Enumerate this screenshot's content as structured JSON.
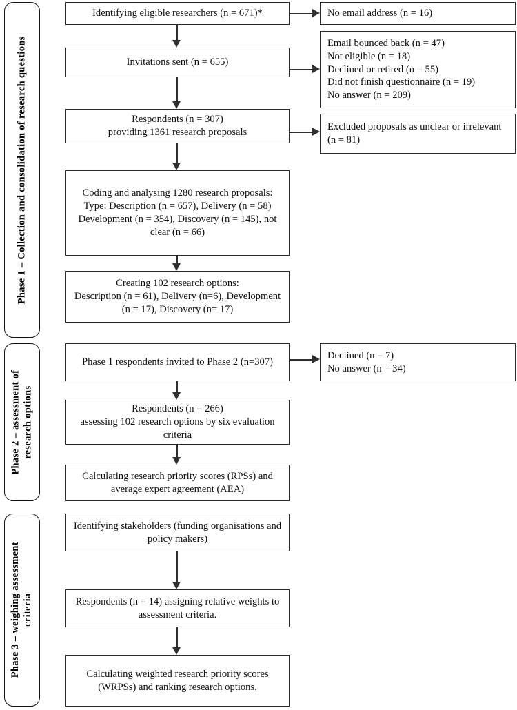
{
  "diagram": {
    "type": "flowchart",
    "title": "Three-phase research prioritisation flow diagram",
    "phases": [
      {
        "id": "phase-1",
        "label": "Phase 1 – Collection and consolidation of research questions"
      },
      {
        "id": "phase-2",
        "label": "Phase 2 – assessment of\nresearch options"
      },
      {
        "id": "phase-3",
        "label": "Phase 3 – weighing assessment\ncriteria"
      }
    ],
    "main_boxes": [
      {
        "id": "identifying-eligible-researchers",
        "text": "Identifying eligible researchers (n = 671)*"
      },
      {
        "id": "invitations-sent",
        "text": "Invitations sent (n = 655)"
      },
      {
        "id": "respondents-307",
        "text": "Respondents (n = 307)\nproviding 1361 research proposals"
      },
      {
        "id": "coding-analysing",
        "text": "Coding and analysing 1280 research proposals:\nType: Description (n = 657), Delivery (n = 58) Development (n = 354), Discovery (n = 145), not clear (n = 66)"
      },
      {
        "id": "creating-options",
        "text": "Creating 102 research options:\nDescription (n = 61), Delivery (n=6), Development (n = 17), Discovery (n= 17)"
      },
      {
        "id": "invited-phase2",
        "text": "Phase 1 respondents invited to Phase 2 (n=307)"
      },
      {
        "id": "respondents-266",
        "text": "Respondents (n = 266)\nassessing 102 research options by six evaluation criteria"
      },
      {
        "id": "calculating-rps",
        "text": "Calculating research priority scores (RPSs) and average expert agreement (AEA)"
      },
      {
        "id": "identifying-stakeholders",
        "text": "Identifying stakeholders (funding organisations and policy makers)"
      },
      {
        "id": "respondents-14",
        "text": "Respondents (n = 14) assigning relative weights to assessment criteria."
      },
      {
        "id": "calculating-wrps",
        "text": "Calculating weighted research priority scores (WRPSs) and ranking research options."
      }
    ],
    "exclusion_boxes": [
      {
        "id": "no-email-address",
        "lines": [
          "No email address (n = 16)"
        ]
      },
      {
        "id": "non-responders",
        "lines": [
          "Email bounced back (n = 47)",
          "Not eligible (n = 18)",
          "Declined or retired (n = 55)",
          "Did not finish questionnaire (n = 19)",
          "No answer (n = 209)"
        ]
      },
      {
        "id": "excluded-proposals",
        "lines": [
          "Excluded proposals as unclear or irrelevant (n = 81)"
        ]
      },
      {
        "id": "phase2-non-responders",
        "lines": [
          "Declined (n = 7)",
          "No answer (n = 34)"
        ]
      }
    ],
    "colors": {
      "box_border": "#2b2b2b",
      "connector": "#2f2f2f",
      "bracket_border": "#111111",
      "text": "#111111",
      "background": "#ffffff"
    }
  }
}
